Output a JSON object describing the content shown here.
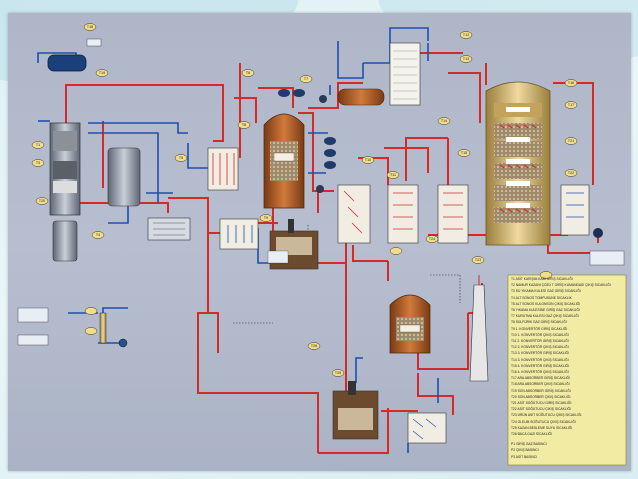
{
  "diagram": {
    "tags": [
      "T18",
      "T19",
      "T1",
      "T3",
      "T20",
      "T4",
      "T5",
      "T6",
      "T7",
      "T8",
      "T9",
      "T10",
      "T11",
      "T12",
      "T13",
      "T14",
      "T15",
      "T16",
      "T17",
      "T21",
      "T22",
      "T23",
      "T24",
      "T25",
      "T26"
    ],
    "legend_lines": [
      "T1 ASİT KARIŞIM KABI GİRİŞ SICAKLIĞI",
      "T2 NAMUR KAZANI ÇÖZÜ T GİRİŞ KUMANDASI ÇIKIŞ SICAKLIĞI",
      "T3 SÜ YIKAMA KULESİ GAZ GİRİŞ SICAKLIĞI",
      "T4 ALT SONOS TOMPUSUNE SICAKLIK",
      "T5 ALT SONOS KULONSON ÇIKIŞ SICAKLIĞI",
      "T6 YIKAMA KULESİNE GİRİŞ GAZ SICAKLIĞI",
      "T7 KURUTMA KULESİ GAZ ÇIKIŞ SICAKLIĞI",
      "T8 SÜLFÜRİK GAZ GİRİŞ SICAKLIĞI",
      "T9 1. KONVERTÖR GİRİŞ SICAKLIĞI",
      "T10 1. KONVERTÖR ÇIKIŞ SICAKLIĞI",
      "T11 2. KONVERTÖR GİRİŞ SICAKLIĞI",
      "T12 2. KONVERTÖR ÇIKIŞ SICAKLIĞI",
      "T13 3. KONVERTÖR GİRİŞ SICAKLIĞI",
      "T14 3. KONVERTÖR ÇIKIŞ SICAKLIĞI",
      "T15 4. KONVERTÖR GİRİŞ SICAKLIĞI",
      "T16 4. KONVERTÖR ÇIKIŞ SICAKLIĞI",
      "T17 ARA ABSORBER GİRİŞ SICAKLIĞI",
      "T18 ARA ABSORBER ÇIKIŞ SICAKLIĞI",
      "T19 SON ABSORBER GİRİŞ SICAKLIĞI",
      "T20 SON ABSORBER ÇIKIŞ SICAKLIĞI",
      "T21 ASİT SOĞUTUCU GİRİŞ SICAKLIĞI",
      "T22 ASİT SOĞUTUCU ÇIKIŞ SICAKLIĞI",
      "T23 ÜRÜN ASİT SOĞUTUCU ÇIKIŞ SICAKLIĞI",
      "T24 OLEUM SOĞUTUCU ÇIKIŞ SICAKLIĞI",
      "T25 KAZAN BESLEME SUYU SICAKLIĞI",
      "T26 BACA GAZI SICAKLIĞI"
    ],
    "legend_footer": [
      "P1 GİRİŞ GAZ BASINCI",
      "P2 ÇIKIŞ BASINCI",
      "P3 ASİT BASINCI"
    ]
  }
}
